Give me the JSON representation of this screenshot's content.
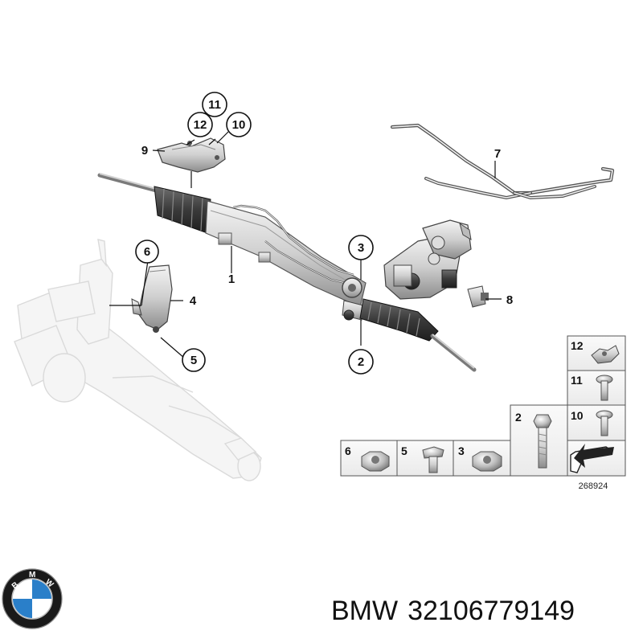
{
  "callouts": {
    "c1": "1",
    "c2": "2",
    "c3": "3",
    "c4": "4",
    "c5": "5",
    "c6": "6",
    "c7": "7",
    "c8": "8",
    "c9": "9",
    "c10": "10",
    "c11": "11",
    "c12": "12"
  },
  "hardware_legend": {
    "tiles": [
      "12",
      "11",
      "10",
      "2",
      "6",
      "5",
      "3"
    ]
  },
  "diagram_number": "268924",
  "caption": {
    "brand": "BMW",
    "part_number": "32106779149"
  },
  "logo": {
    "letters": [
      "B",
      "M",
      "W"
    ],
    "colors": {
      "blue": "#2a7fc9",
      "white": "#ffffff",
      "ring": "#1a1a1a"
    }
  }
}
